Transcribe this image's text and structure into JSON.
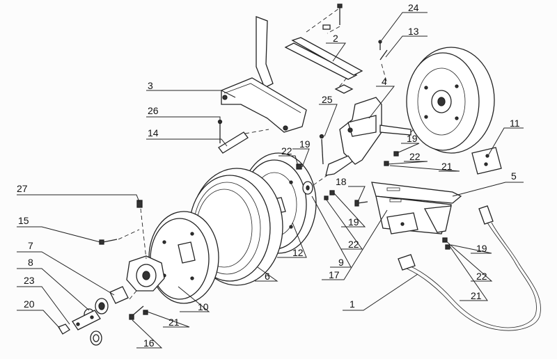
{
  "labels": {
    "p1": "1",
    "p2": "2",
    "p3": "3",
    "p4": "4",
    "p5": "5",
    "p6": "6",
    "p7": "7",
    "p8": "8",
    "p9": "9",
    "p10": "10",
    "p11": "11",
    "p12": "12",
    "p13": "13",
    "p14": "14",
    "p15": "15",
    "p16": "16",
    "p17": "17",
    "p18": "18",
    "p19a": "19",
    "p19b": "19",
    "p19c": "19",
    "p19d": "19",
    "p20": "20",
    "p21a": "21",
    "p21b": "21",
    "p21c": "21",
    "p22a": "22",
    "p22b": "22",
    "p22c": "22",
    "p22d": "22",
    "p23": "23",
    "p24": "24",
    "p25": "25",
    "p26": "26",
    "p27": "27"
  }
}
